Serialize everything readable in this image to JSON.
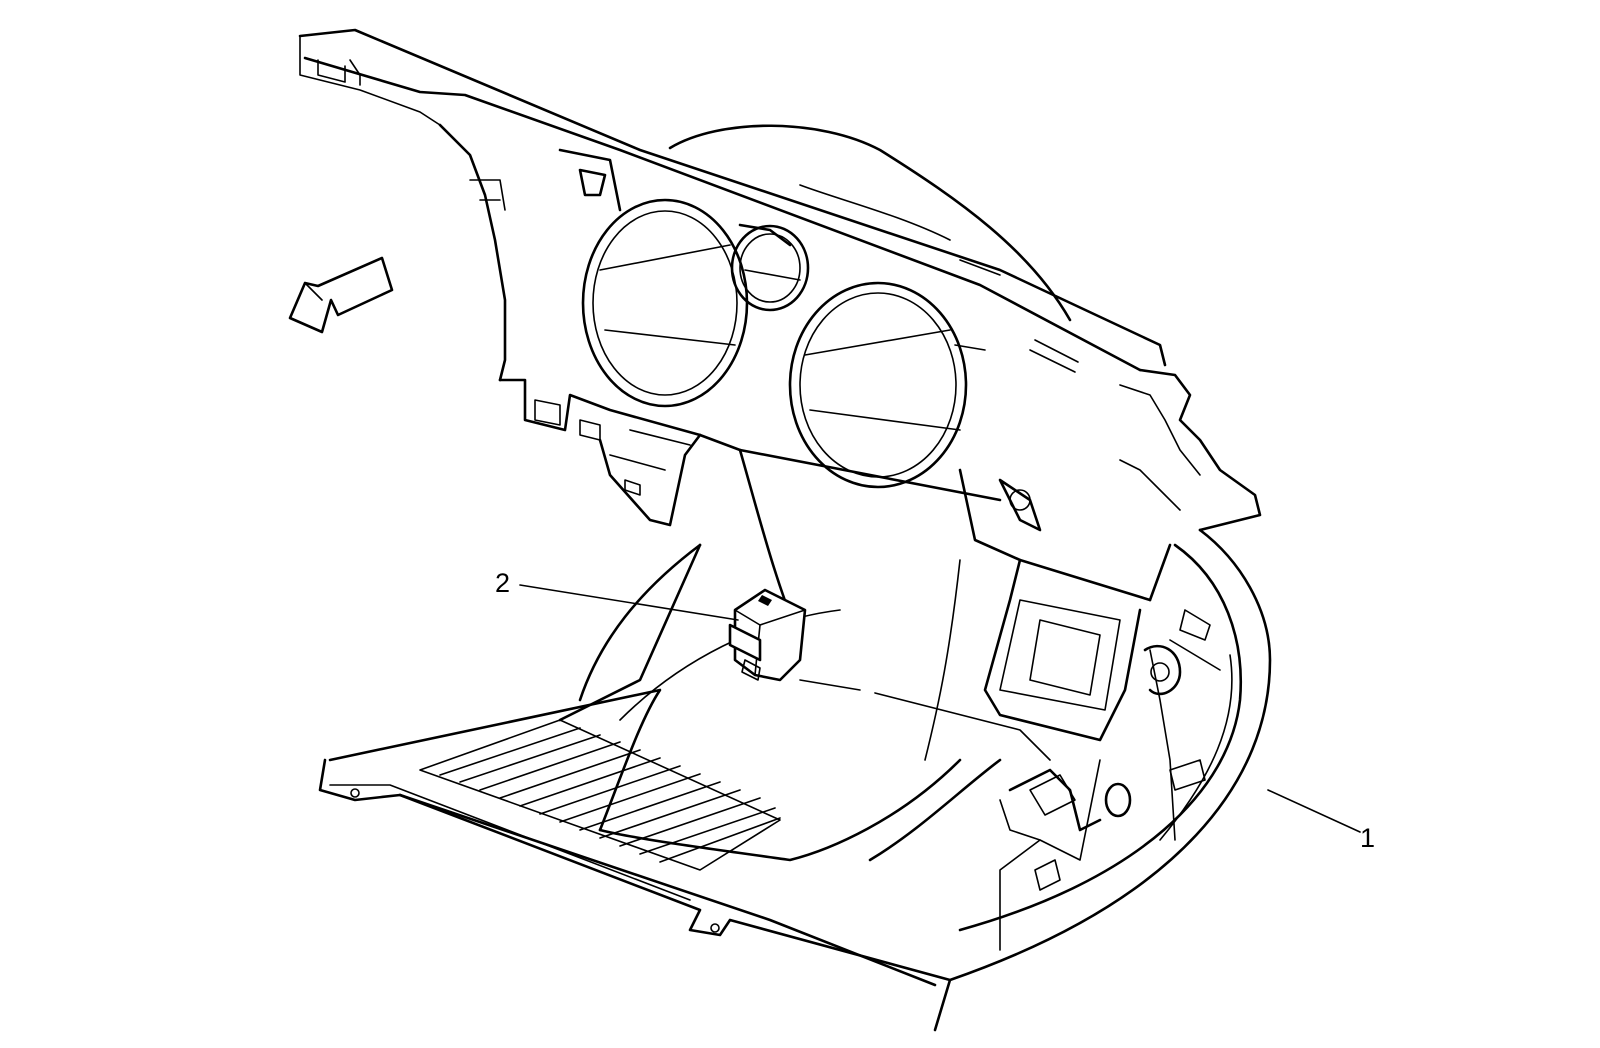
{
  "diagram": {
    "callouts": [
      {
        "id": "1",
        "label": "1"
      },
      {
        "id": "2",
        "label": "2"
      }
    ],
    "icons": [
      "direction-arrow-icon"
    ],
    "colors": {
      "line": "#000000",
      "background": "#ffffff"
    }
  }
}
